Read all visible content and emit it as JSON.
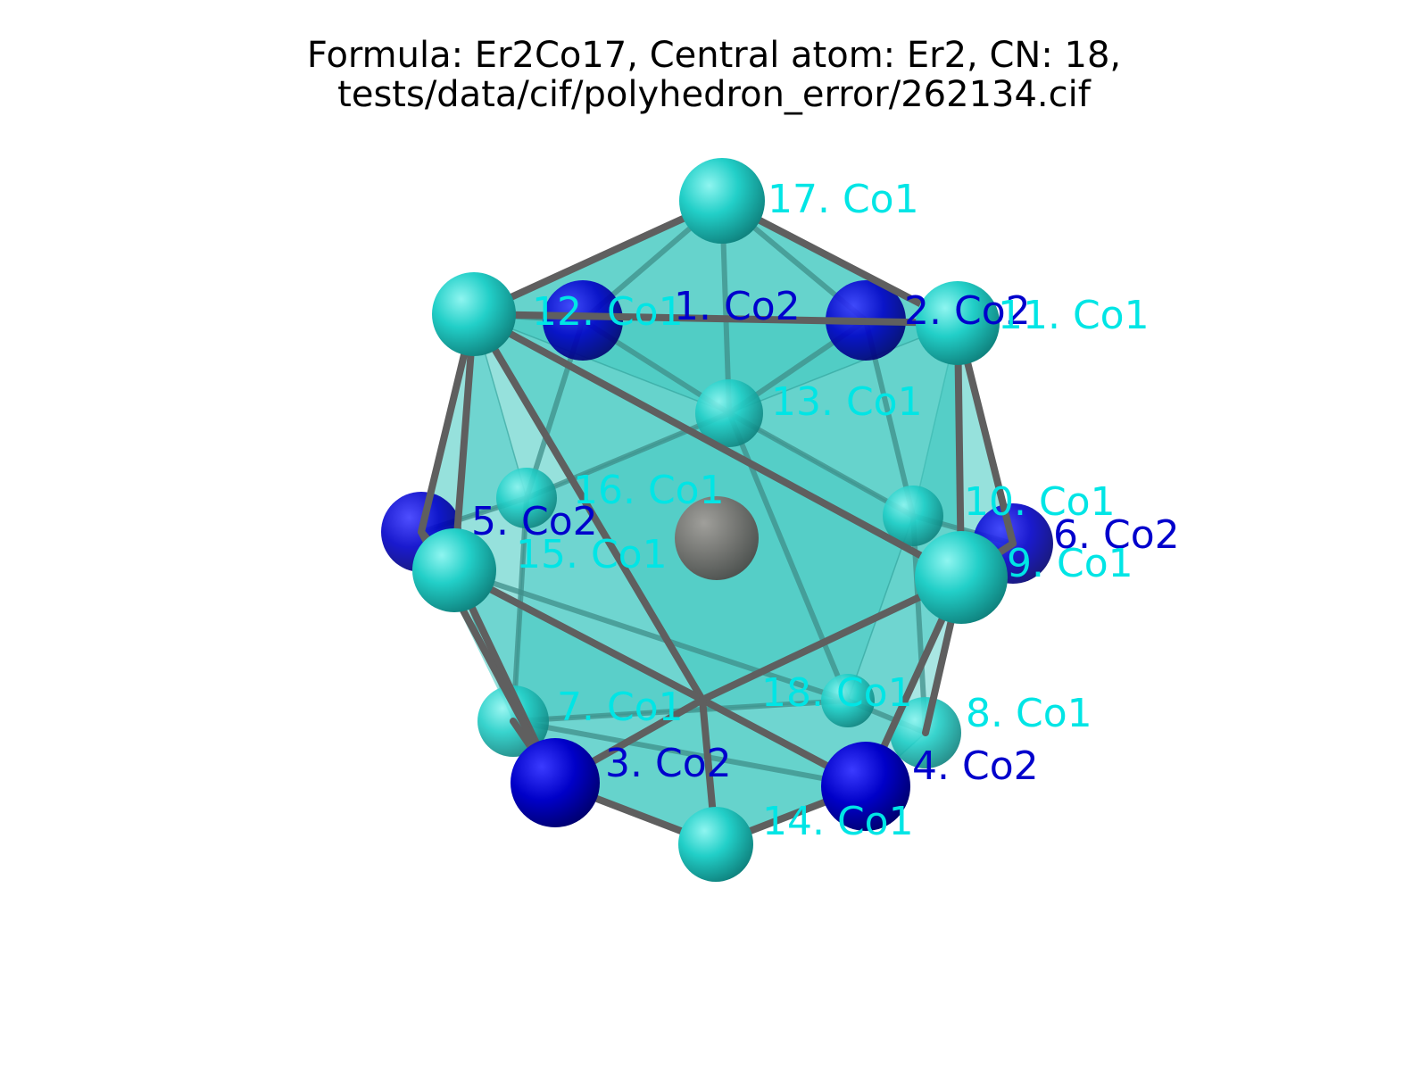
{
  "title": {
    "line1": "Formula: Er2Co17, Central atom: Er2, CN: 18,",
    "line2": "tests/data/cif/polyhedron_error/262134.cif"
  },
  "colors": {
    "co1": "#00e5e5",
    "co2": "#0000cc",
    "er": "#7a6e6b",
    "polyhedron": "#40c8c0",
    "bond": "#5f5f5f"
  },
  "central_atom": {
    "label": "Er2"
  },
  "atoms": [
    {
      "id": "a17",
      "label": "17. Co1",
      "type": "Co1"
    },
    {
      "id": "a12",
      "label": "12. Co1",
      "type": "Co1"
    },
    {
      "id": "a1",
      "label": "1. Co2",
      "type": "Co2"
    },
    {
      "id": "a2",
      "label": "2. Co2",
      "type": "Co2"
    },
    {
      "id": "a11",
      "label": "11. Co1",
      "type": "Co1"
    },
    {
      "id": "a13",
      "label": "13. Co1",
      "type": "Co1"
    },
    {
      "id": "a16",
      "label": "16. Co1",
      "type": "Co1"
    },
    {
      "id": "a10",
      "label": "10. Co1",
      "type": "Co1"
    },
    {
      "id": "a5",
      "label": "5. Co2",
      "type": "Co2"
    },
    {
      "id": "a6",
      "label": "6. Co2",
      "type": "Co2"
    },
    {
      "id": "a15",
      "label": "15. Co1",
      "type": "Co1"
    },
    {
      "id": "a9",
      "label": "9. Co1",
      "type": "Co1"
    },
    {
      "id": "a18",
      "label": "18. Co1",
      "type": "Co1"
    },
    {
      "id": "a7",
      "label": "7. Co1",
      "type": "Co1"
    },
    {
      "id": "a8",
      "label": "8. Co1",
      "type": "Co1"
    },
    {
      "id": "a3",
      "label": "3. Co2",
      "type": "Co2"
    },
    {
      "id": "a4",
      "label": "4. Co2",
      "type": "Co2"
    },
    {
      "id": "a14",
      "label": "14. Co1",
      "type": "Co1"
    }
  ]
}
